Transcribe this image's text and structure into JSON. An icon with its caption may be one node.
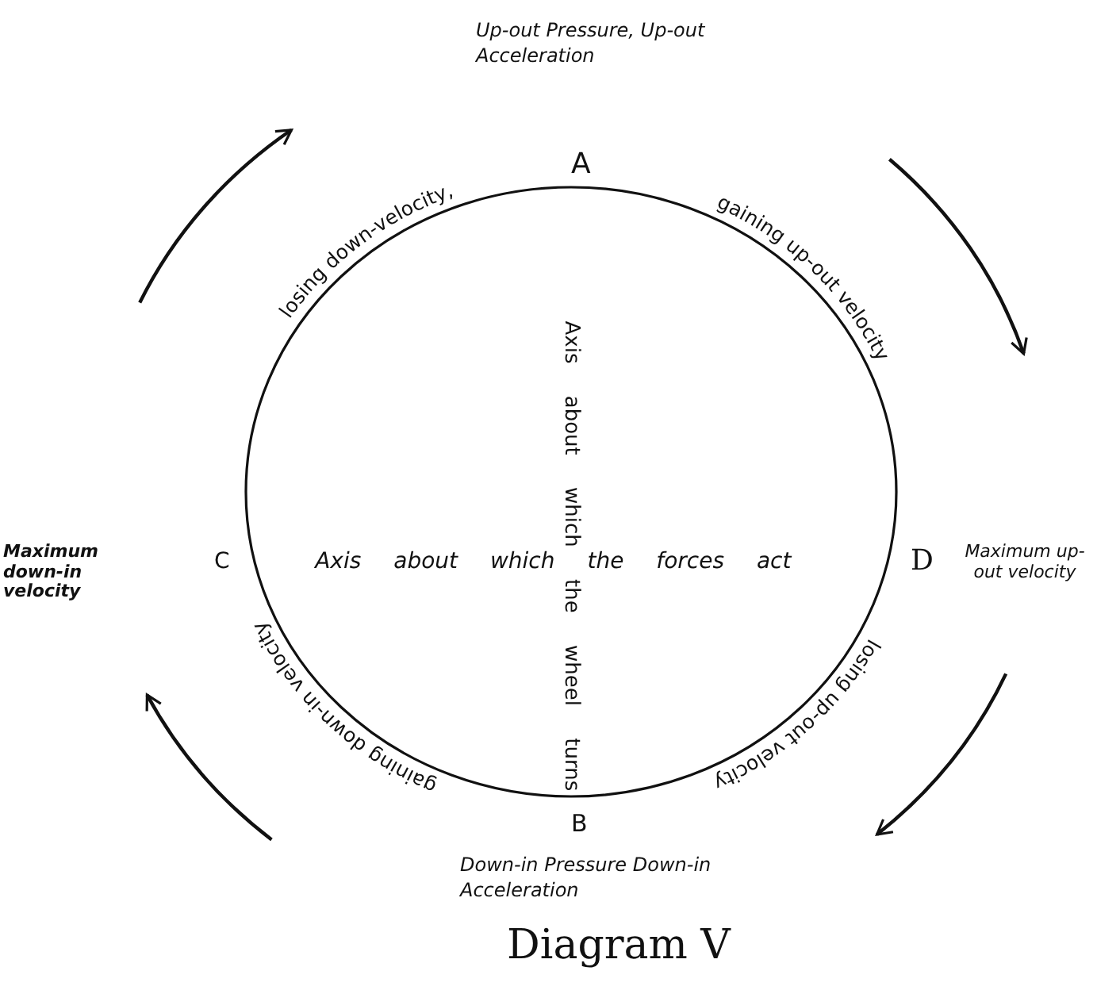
{
  "diagram": {
    "caption": "Diagram V",
    "labels": [
      "Up-out Pressure, Up-out Acceleration",
      "A",
      "losing down-velocity,",
      "gaining up-out velocity",
      "Maximum down-in velocity",
      "C",
      "Axis about which the forces act",
      "D",
      "Maximum up-out velocity",
      "Axis about which the wheel turns",
      "gaining down-in velocity",
      "losing up-out velocity",
      "B",
      "Down-in Pressure Down-in Acceleration"
    ]
  }
}
